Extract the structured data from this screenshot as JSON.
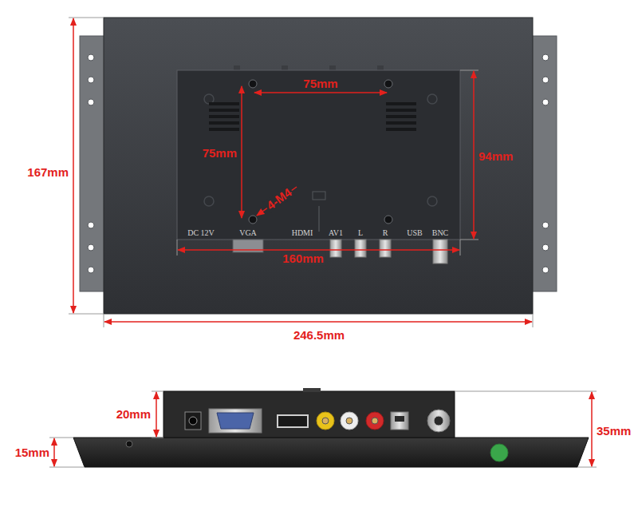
{
  "diagram": {
    "labels": [
      "75mm",
      "75mm",
      "94mm",
      "4-M4",
      "DC 12V",
      "VGA",
      "HDMI",
      "AV1",
      "L",
      "R",
      "USB",
      "BNC",
      "160mm",
      "167mm",
      "246.5mm",
      "20mm",
      "15mm",
      "35mm"
    ]
  }
}
